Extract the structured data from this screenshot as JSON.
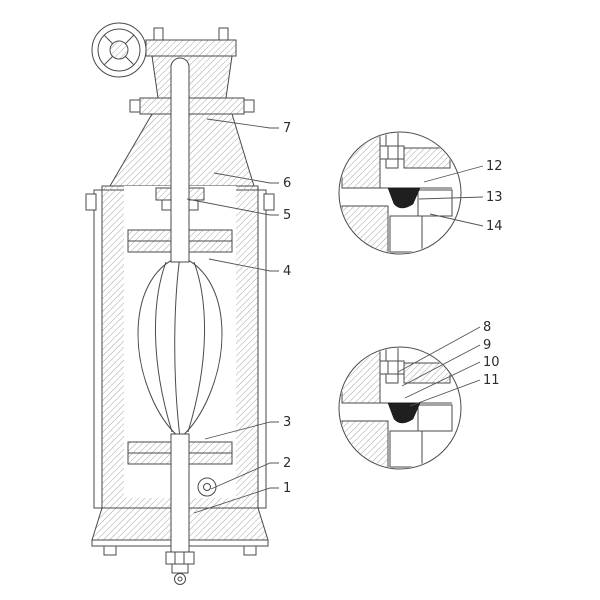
{
  "diagram": {
    "background": "#ffffff",
    "stroke_color": "#4a4a4a",
    "hatch_color": "#8f8f8f",
    "seal_color": "#1f1f1f",
    "main_view": {
      "callouts": [
        {
          "label": "7"
        },
        {
          "label": "6"
        },
        {
          "label": "5"
        },
        {
          "label": "4"
        },
        {
          "label": "3"
        },
        {
          "label": "2"
        },
        {
          "label": "1"
        }
      ]
    },
    "detail_view_upper": {
      "callouts": [
        {
          "label": "12"
        },
        {
          "label": "13"
        },
        {
          "label": "14"
        }
      ]
    },
    "detail_view_lower": {
      "callouts": [
        {
          "label": "8"
        },
        {
          "label": "9"
        },
        {
          "label": "10"
        },
        {
          "label": "11"
        }
      ]
    }
  }
}
